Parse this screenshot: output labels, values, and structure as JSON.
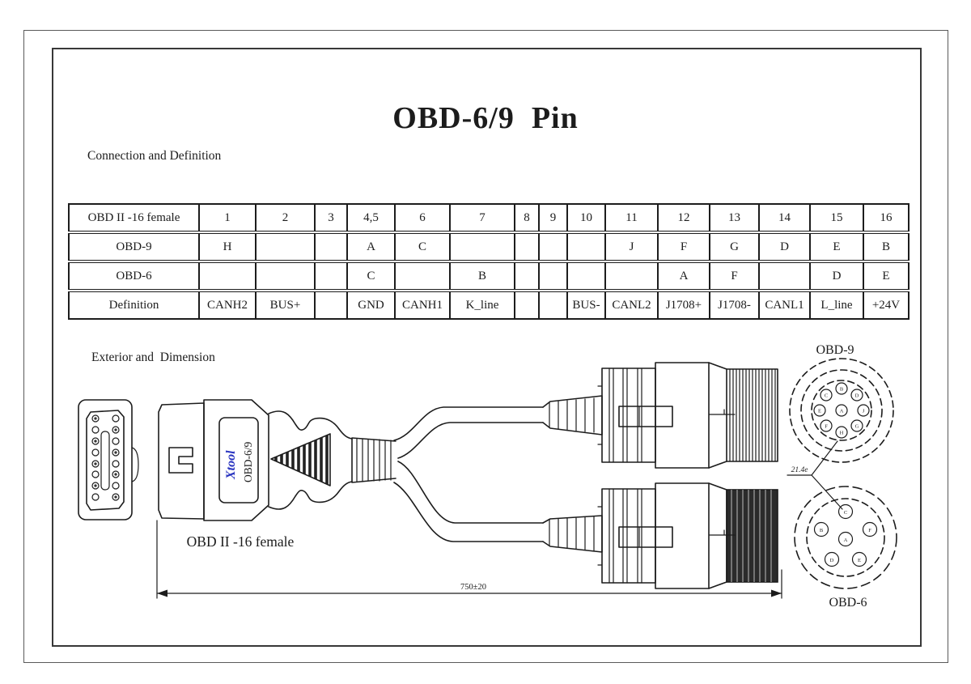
{
  "page": {
    "title": "OBD-6/9  Pin",
    "section_connection": "Connection and Definition",
    "section_exterior": "Exterior and  Dimension"
  },
  "table": {
    "rows": [
      {
        "cells": [
          "OBD II -16 female",
          "1",
          "2",
          "3",
          "4,5",
          "6",
          "7",
          "8",
          "9",
          "10",
          "11",
          "12",
          "13",
          "14",
          "15",
          "16"
        ]
      },
      {
        "cells": [
          "OBD-9",
          "H",
          "",
          "",
          "A",
          "C",
          "",
          "",
          "",
          "",
          "J",
          "F",
          "G",
          "D",
          "E",
          "B"
        ]
      },
      {
        "cells": [
          "OBD-6",
          "",
          "",
          "",
          "C",
          "",
          "B",
          "",
          "",
          "",
          "",
          "A",
          "F",
          "",
          "D",
          "E"
        ]
      },
      {
        "cells": [
          "Definition",
          "CANH2",
          "BUS+",
          "",
          "GND",
          "CANH1",
          "K_line",
          "",
          "",
          "BUS-",
          "CANL2",
          "J1708+",
          "J1708-",
          "CANL1",
          "L_line",
          "+24V"
        ]
      }
    ]
  },
  "diagram": {
    "brand": "Xtool",
    "model": "OBD-6/9",
    "obd16_label": "OBD II -16 female",
    "obd9_label": "OBD-9",
    "obd6_label": "OBD-6",
    "cable_length_dim": "750±20",
    "pin_dim": "21.4e",
    "obd9_pins": [
      "B",
      "D",
      "J",
      "G",
      "H",
      "F",
      "E",
      "C",
      "A"
    ],
    "obd6_pins": [
      "C",
      "B",
      "F",
      "A",
      "D",
      "E"
    ]
  },
  "colors": {
    "line": "#1c1c1c",
    "brand_blue": "#2a35c0"
  }
}
